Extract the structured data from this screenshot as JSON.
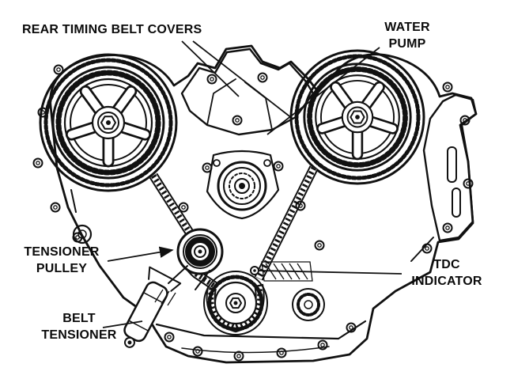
{
  "page": {
    "background": "#ffffff",
    "ink": "#111111"
  },
  "labels": {
    "rear_covers": {
      "text": "REAR TIMING BELT COVERS"
    },
    "water_pump": {
      "line1": "WATER",
      "line2": "PUMP"
    },
    "tensioner_pulley": {
      "line1": "TENSIONER",
      "line2": "PULLEY"
    },
    "tdc_indicator": {
      "line1": "TDC",
      "line2": "INDICATOR"
    },
    "belt_tensioner": {
      "line1": "BELT",
      "line2": "TENSIONER"
    }
  }
}
